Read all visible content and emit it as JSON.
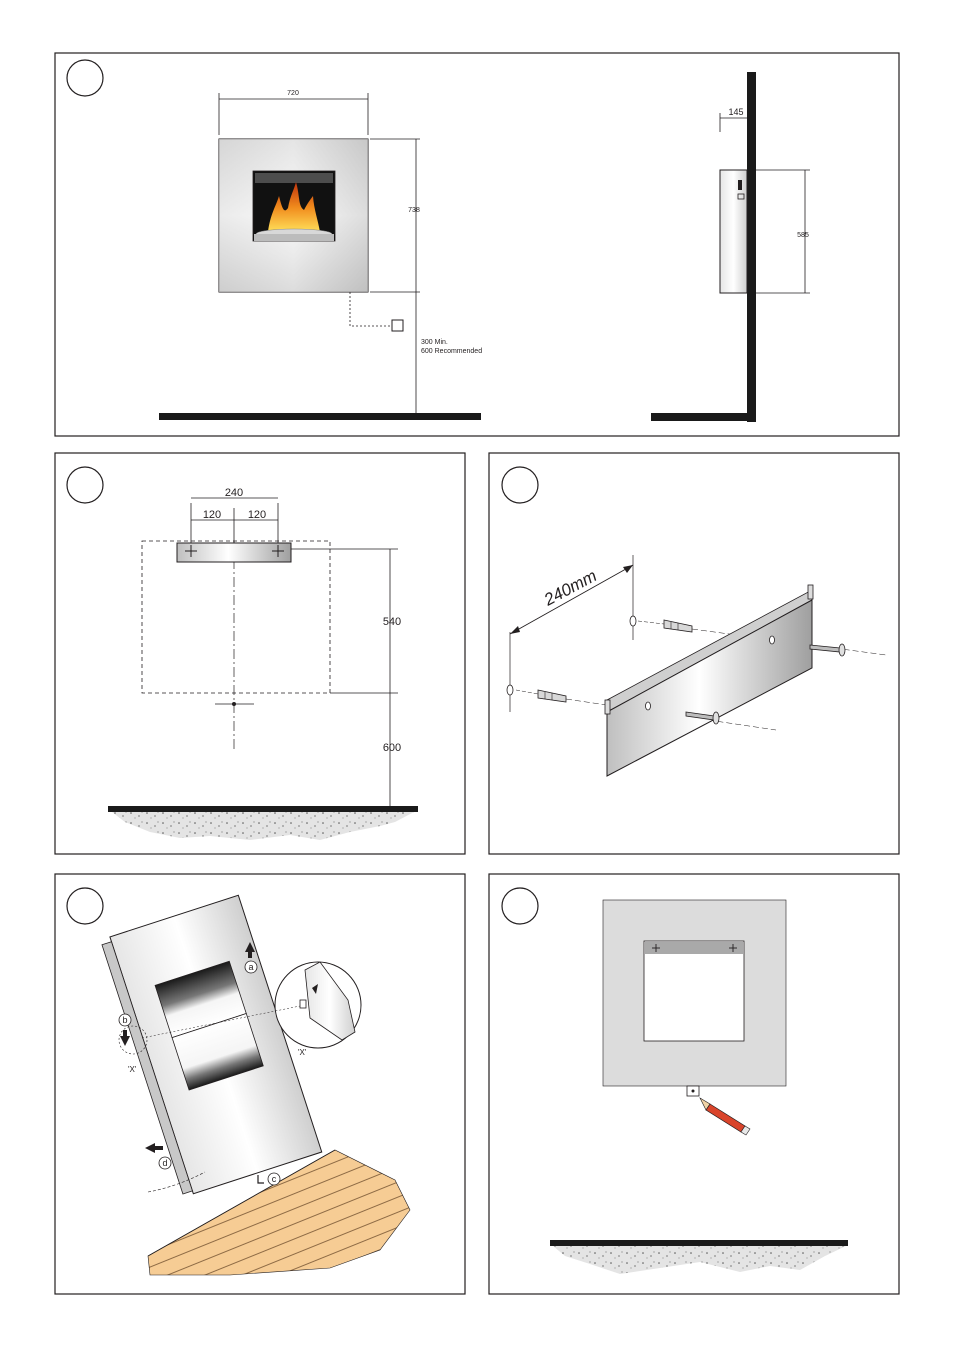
{
  "panel1": {
    "width_label": "720",
    "height_label": "738",
    "clearance_line1": "300 Min.",
    "clearance_line2": "600 Recommended",
    "depth_label": "145",
    "side_height_label": "585"
  },
  "panel2": {
    "total_label": "240",
    "left_label": "120",
    "right_label": "120",
    "upper_label": "540",
    "lower_label": "600"
  },
  "panel3": {
    "spacing_label": "240mm"
  },
  "panel4": {
    "step_a": "a",
    "step_b": "b",
    "step_c": "c",
    "step_d": "d",
    "detail_left": "'X'",
    "detail_right": "'X'"
  },
  "colors": {
    "line": "#231f20",
    "wall": "#1a1a1a",
    "panel_grey": "#dcdcdc",
    "wood": "#f3c48a",
    "pencil": "#d9442b"
  }
}
